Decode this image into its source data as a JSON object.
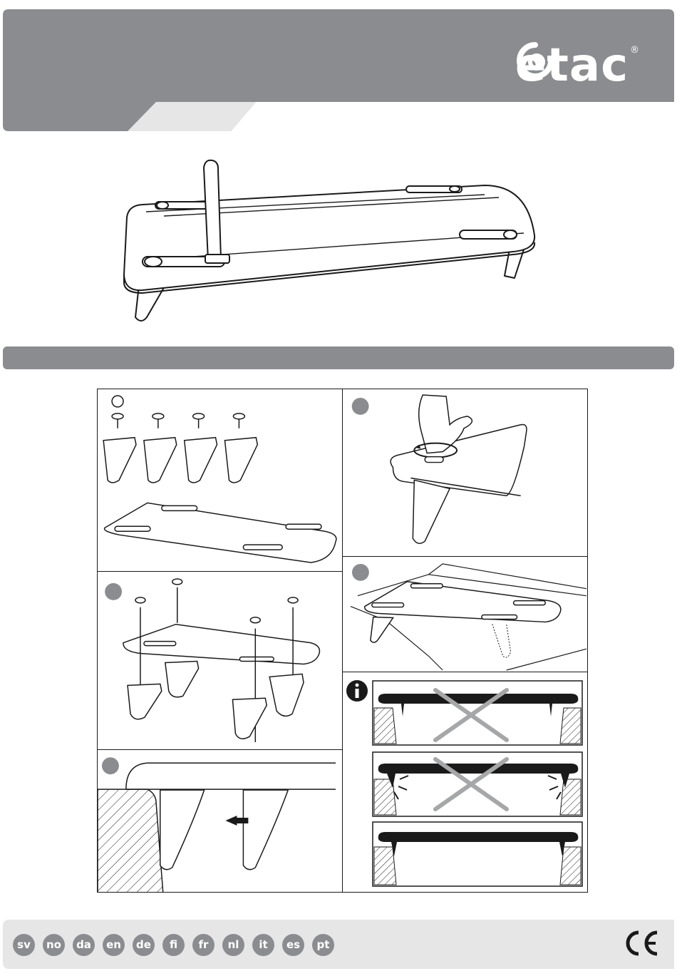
{
  "header": {
    "brand": "etac",
    "registered": "®",
    "color": "#8a8c8f",
    "accent_light": "#e6e6e7"
  },
  "panels": {
    "info_icon": "info-icon",
    "wrong_mark": "cross-icon"
  },
  "footer": {
    "languages": [
      "sv",
      "no",
      "da",
      "en",
      "de",
      "fi",
      "fr",
      "nl",
      "it",
      "es",
      "pt"
    ],
    "ce_mark": "CE"
  }
}
